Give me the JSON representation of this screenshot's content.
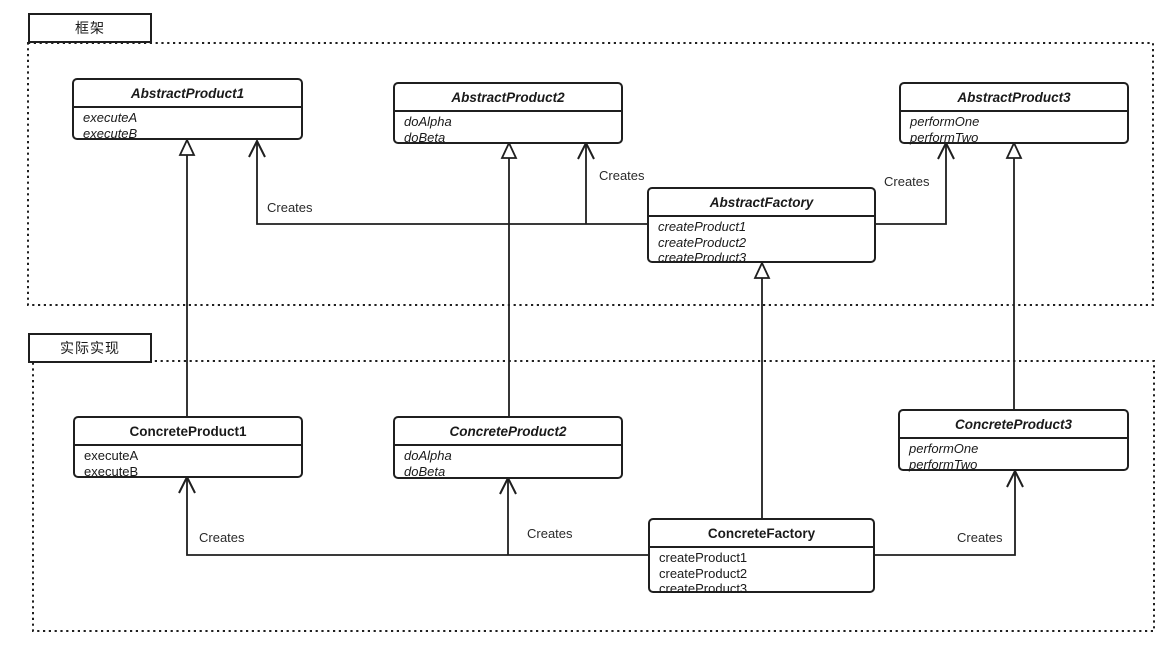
{
  "colors": {
    "line": "#1f1f1f",
    "text": "#1a1a1a",
    "background": "#ffffff"
  },
  "sections": {
    "framework": {
      "label": "框架"
    },
    "implementation": {
      "label": "实际实现"
    }
  },
  "labels": {
    "creates": "Creates"
  },
  "classes": {
    "abstract_product1": {
      "name": "AbstractProduct1",
      "members": [
        "executeA",
        "executeB"
      ]
    },
    "abstract_product2": {
      "name": "AbstractProduct2",
      "members": [
        "doAlpha",
        "doBeta"
      ]
    },
    "abstract_product3": {
      "name": "AbstractProduct3",
      "members": [
        "performOne",
        "performTwo"
      ]
    },
    "abstract_factory": {
      "name": "AbstractFactory",
      "members": [
        "createProduct1",
        "createProduct2",
        "createProduct3"
      ]
    },
    "concrete_product1": {
      "name": "ConcreteProduct1",
      "members": [
        "executeA",
        "executeB"
      ]
    },
    "concrete_product2": {
      "name": "ConcreteProduct2",
      "members": [
        "doAlpha",
        "doBeta"
      ]
    },
    "concrete_product3": {
      "name": "ConcreteProduct3",
      "members": [
        "performOne",
        "performTwo"
      ]
    },
    "concrete_factory": {
      "name": "ConcreteFactory",
      "members": [
        "createProduct1",
        "createProduct2",
        "createProduct3"
      ]
    }
  }
}
